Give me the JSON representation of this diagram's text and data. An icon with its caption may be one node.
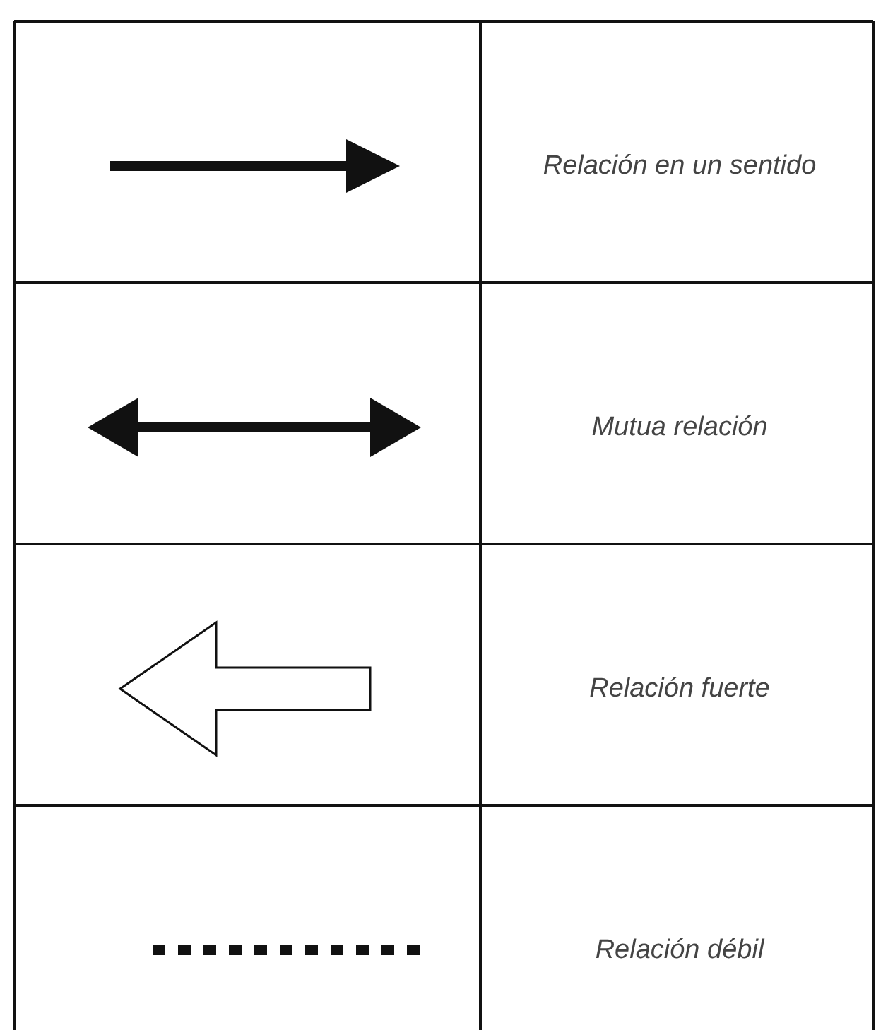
{
  "diagram": {
    "legend": [
      {
        "text": "Relación en un sentido"
      },
      {
        "text": "Mutua relación"
      },
      {
        "text": "Relación fuerte"
      },
      {
        "text": "Relación débil"
      }
    ]
  }
}
